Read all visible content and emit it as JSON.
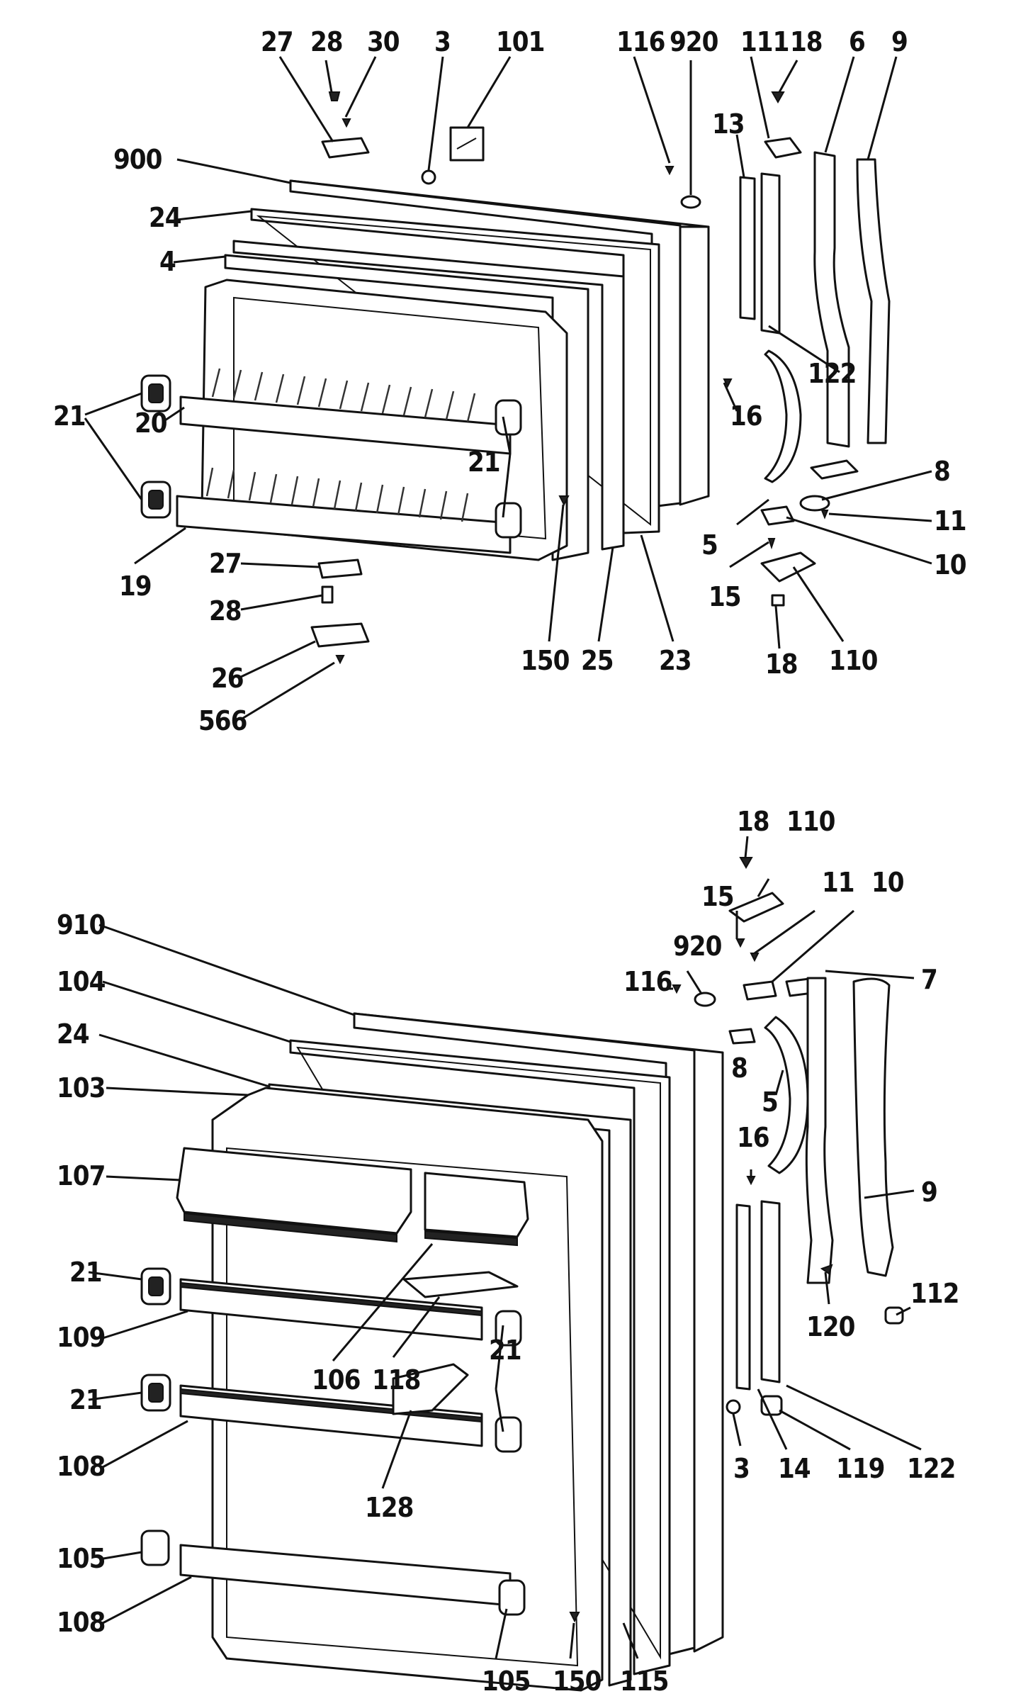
{
  "upper_door_callouts": [
    "27",
    "28",
    "30",
    "3",
    "101",
    "116",
    "920",
    "111",
    "18",
    "6",
    "9",
    "900",
    "13",
    "24",
    "4",
    "122",
    "21",
    "20",
    "16",
    "21",
    "8",
    "11",
    "5",
    "10",
    "19",
    "15",
    "27",
    "28",
    "18",
    "150",
    "25",
    "23",
    "110",
    "26",
    "566"
  ],
  "lower_door_callouts": [
    "18",
    "110",
    "15",
    "11",
    "10",
    "920",
    "116",
    "7",
    "910",
    "104",
    "24",
    "8",
    "103",
    "5",
    "16",
    "107",
    "9",
    "21",
    "112",
    "120",
    "109",
    "106",
    "118",
    "21",
    "21",
    "3",
    "14",
    "119",
    "122",
    "108",
    "128",
    "105",
    "108",
    "105",
    "150",
    "115"
  ]
}
